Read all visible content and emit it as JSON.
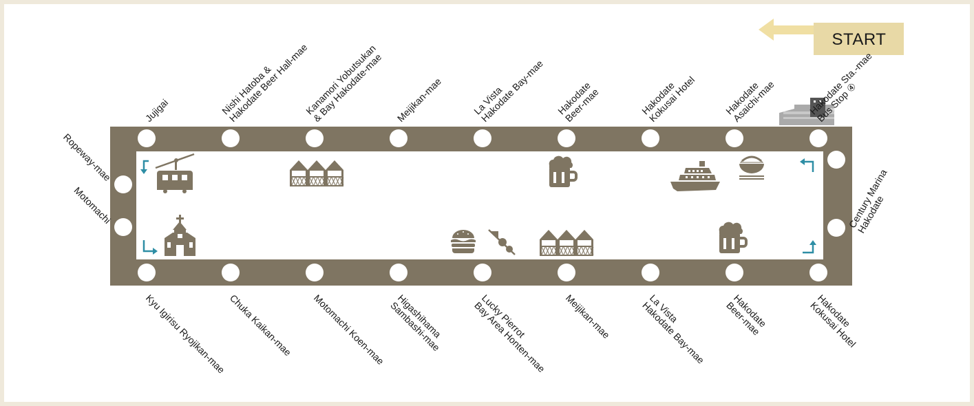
{
  "start_label": "START",
  "station_mark": "JR",
  "stops_top": [
    {
      "lines": [
        "Jujigai"
      ]
    },
    {
      "lines": [
        "Nishi Hatoba &",
        "Hakodate Beer Hall-mae"
      ]
    },
    {
      "lines": [
        "Kanamori Yobutsukan",
        "& Bay Hakodate-mae"
      ]
    },
    {
      "lines": [
        "Meijikan-mae"
      ]
    },
    {
      "lines": [
        "La Vista",
        "Hakodate Bay-mae"
      ]
    },
    {
      "lines": [
        "Hakodate",
        "Beer-mae"
      ]
    },
    {
      "lines": [
        "Hakodate",
        "Kokusai Hotel"
      ]
    },
    {
      "lines": [
        "Hakodate",
        "Asaichi-mae"
      ]
    },
    {
      "lines": [
        "Hakodate Sta.-mae",
        "Bus Stop ④"
      ]
    }
  ],
  "stops_bottom": [
    {
      "lines": [
        "Kyu Igirisu Ryojikan-mae"
      ]
    },
    {
      "lines": [
        "Chuka Kaikan-mae"
      ]
    },
    {
      "lines": [
        "Motomachi Koen-mae"
      ]
    },
    {
      "lines": [
        "Higashihama",
        "Sambashi-mae"
      ]
    },
    {
      "lines": [
        "Lucky Pierrot",
        "Bay Area Honten-mae"
      ]
    },
    {
      "lines": [
        "Meijikan-mae"
      ]
    },
    {
      "lines": [
        "La Vista",
        "Hakodate Bay-mae"
      ]
    },
    {
      "lines": [
        "Hakodate",
        "Beer-mae"
      ]
    },
    {
      "lines": [
        "Hakodate",
        "Kokusai Hotel"
      ]
    }
  ],
  "stops_left": [
    {
      "lines": [
        "Ropeway-mae"
      ]
    },
    {
      "lines": [
        "Motomachi"
      ]
    }
  ],
  "stops_right": [
    {
      "lines": [
        "Century Marina",
        "Hakodate"
      ]
    }
  ],
  "colors": {
    "route": "#7f7562",
    "stop": "#ffffff",
    "arrow": "#2e8ea5",
    "start_bg": "#e8d9a6",
    "start_arrow": "#f0dfa3",
    "icon": "#7f7562"
  },
  "icons": [
    "ropeway-icon",
    "church-icon",
    "warehouse-icon",
    "beer-mug-icon",
    "ferry-icon",
    "ramen-bowl-icon",
    "burger-icon",
    "skewer-icon",
    "jr-station-icon"
  ]
}
